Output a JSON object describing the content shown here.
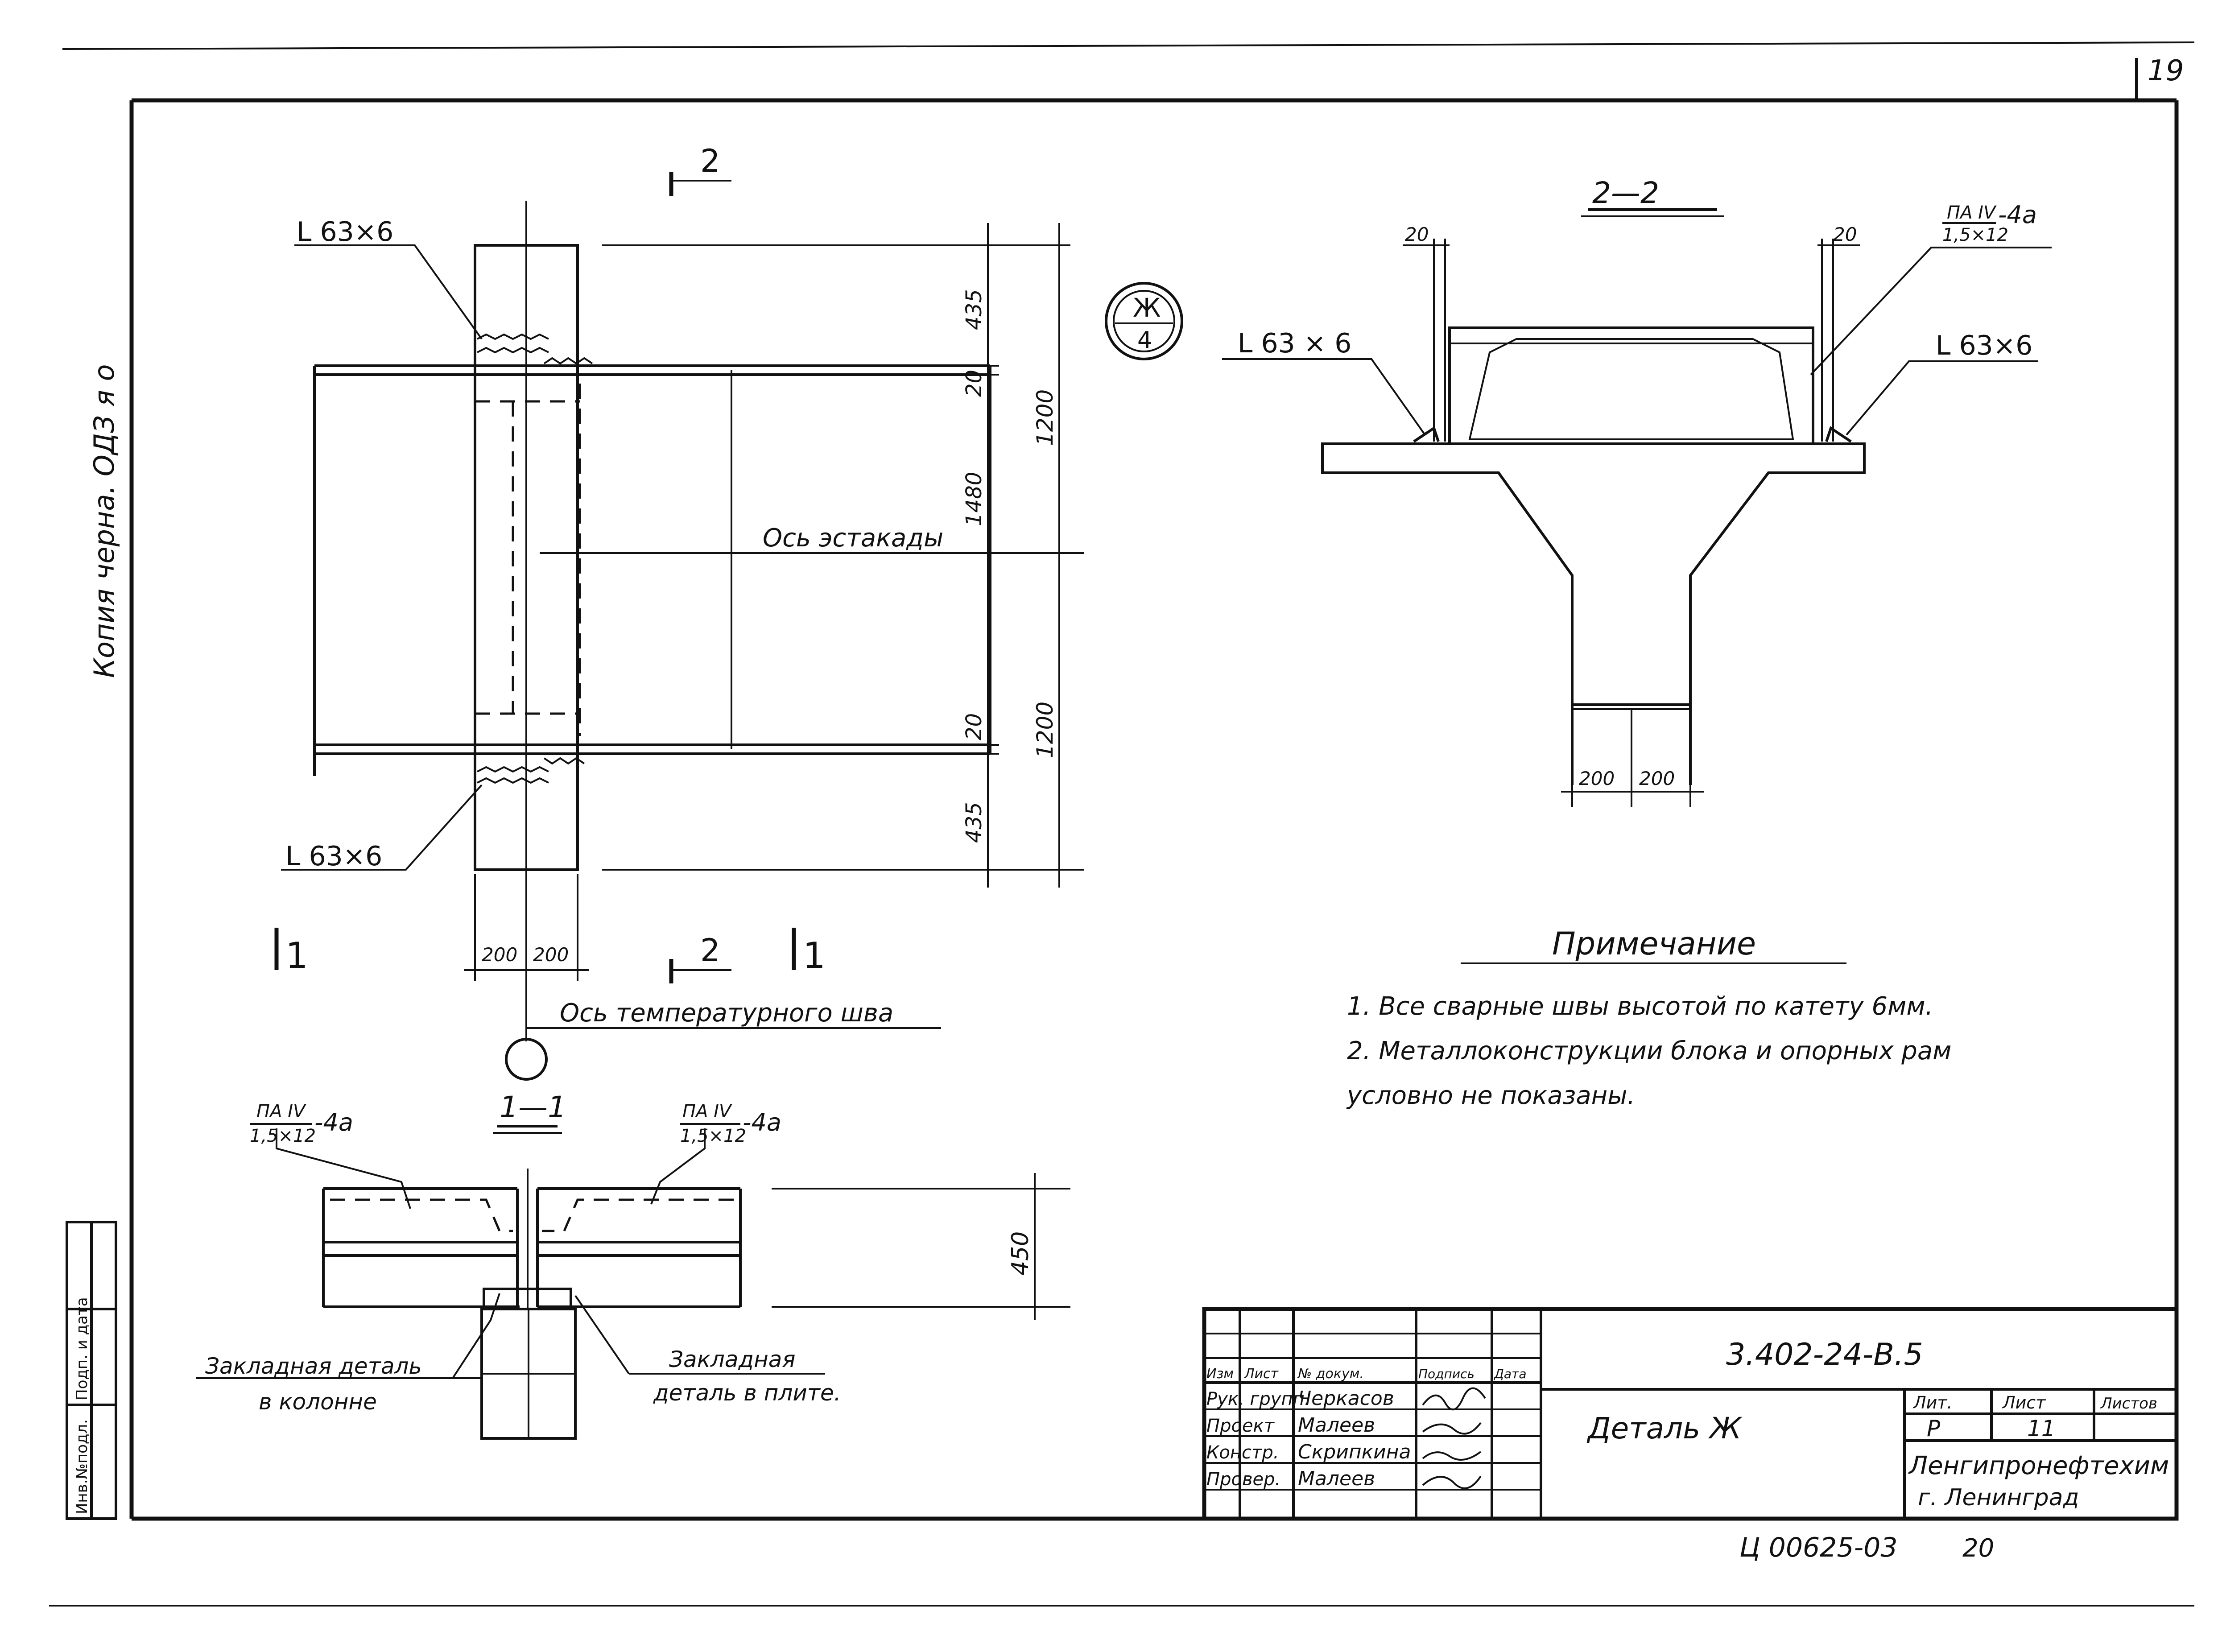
{
  "sheet": {
    "page_number": "19",
    "margin_note": "Копия черна. ОДЗ я о",
    "side_stamp": {
      "cell1": "Инв.№подл.",
      "cell2": "Подп. и дата",
      "cell3": ""
    }
  },
  "plan_view": {
    "section_marker_top": "2",
    "section_marker_bottom": "2",
    "section_marker_left": "1",
    "section_marker_right": "1",
    "angle_top": "L 63×6",
    "angle_bottom": "L 63×6",
    "axis_label": "Ось эстакады",
    "temp_joint_label": "Ось температурного шва",
    "dim_200_left": "200",
    "dim_200_right": "200",
    "dims_right": [
      "435",
      "20",
      "1480",
      "20",
      "435"
    ],
    "dims_outer": [
      "1200",
      "1200"
    ]
  },
  "detail_bubble": {
    "letter": "Ж",
    "sheet": "4"
  },
  "section_1_1": {
    "title": "1—1",
    "slab_left_num": "ПА IV",
    "slab_left_den": "1,5×12",
    "slab_left_suffix": "-4а",
    "slab_right_num": "ПА IV",
    "slab_right_den": "1,5×12",
    "slab_right_suffix": "-4а",
    "height_dim": "450",
    "embed_column": [
      "Закладная деталь",
      "в колонне"
    ],
    "embed_slab": [
      "Закладная",
      "деталь в плите."
    ]
  },
  "section_2_2": {
    "title": "2—2",
    "slab_num": "ПА IV",
    "slab_den": "1,5×12",
    "slab_suffix": "-4а",
    "angle_left": "L 63 × 6",
    "angle_right": "L 63×6",
    "gap_left": "20",
    "gap_right": "20",
    "dim_200_left": "200",
    "dim_200_right": "200"
  },
  "notes": {
    "title": "Примечание",
    "lines": [
      "1.  Все сварные швы высотой по катету 6мм.",
      "2.  Металлоконструкции блока и опорных рам",
      "     условно не показаны."
    ]
  },
  "title_block": {
    "doc_code": "3.402-24-В.5",
    "title": "Деталь Ж",
    "headers": [
      "Изм",
      "Лист",
      "№ докум.",
      "Подпись",
      "Дата"
    ],
    "rows": [
      {
        "role": "Рук. групп.",
        "name": "Черкасов"
      },
      {
        "role": "Проект",
        "name": "Малеев"
      },
      {
        "role": "Констр.",
        "name": "Скрипкина"
      },
      {
        "role": "Провер.",
        "name": "Малеев"
      }
    ],
    "stage_label": "Лит.",
    "sheet_label": "Лист",
    "sheets_label": "Листов",
    "stage_value": "Р",
    "sheet_value": "11",
    "sheets_value": "",
    "org": "Ленгипронефтехим",
    "city": "г. Ленинград",
    "footer_code": "Ц 00625-03",
    "footer_num": "20"
  }
}
